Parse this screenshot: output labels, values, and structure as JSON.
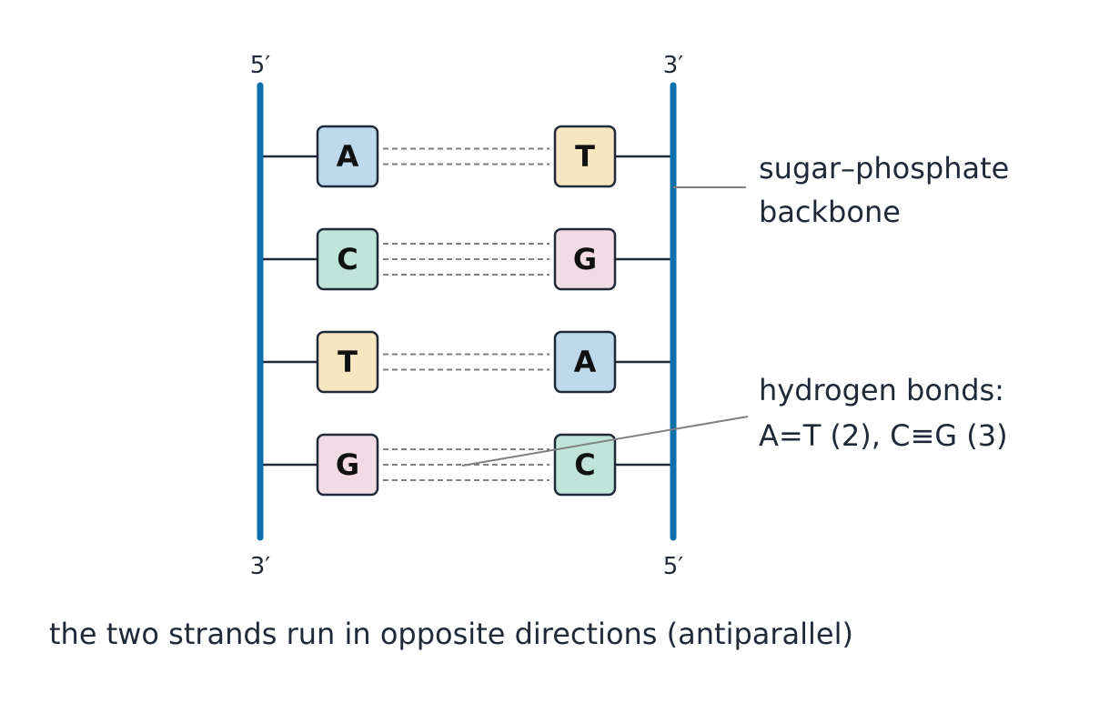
{
  "strands": {
    "left": {
      "top_label": "5′",
      "bottom_label": "3′"
    },
    "right": {
      "top_label": "3′",
      "bottom_label": "5′"
    }
  },
  "base_pairs": [
    {
      "left": "A",
      "right": "T",
      "bonds": 2
    },
    {
      "left": "C",
      "right": "G",
      "bonds": 3
    },
    {
      "left": "T",
      "right": "A",
      "bonds": 2
    },
    {
      "left": "G",
      "right": "C",
      "bonds": 3
    }
  ],
  "base_colors": {
    "A": "#bfd9ec",
    "T": "#f8e6c0",
    "C": "#bfe4da",
    "G": "#f3dbe6"
  },
  "colors": {
    "backbone": "#0a6fab",
    "bond": "#808080",
    "stem": "#1f2937",
    "leader": "#808080"
  },
  "annotations": {
    "backbone": {
      "lines": [
        "sugar–phosphate",
        "backbone"
      ]
    },
    "hbonds": {
      "lines": [
        "hydrogen bonds:",
        "A=T (2), C≡G (3)"
      ]
    }
  },
  "caption": "the two strands run in opposite directions (antiparallel)"
}
